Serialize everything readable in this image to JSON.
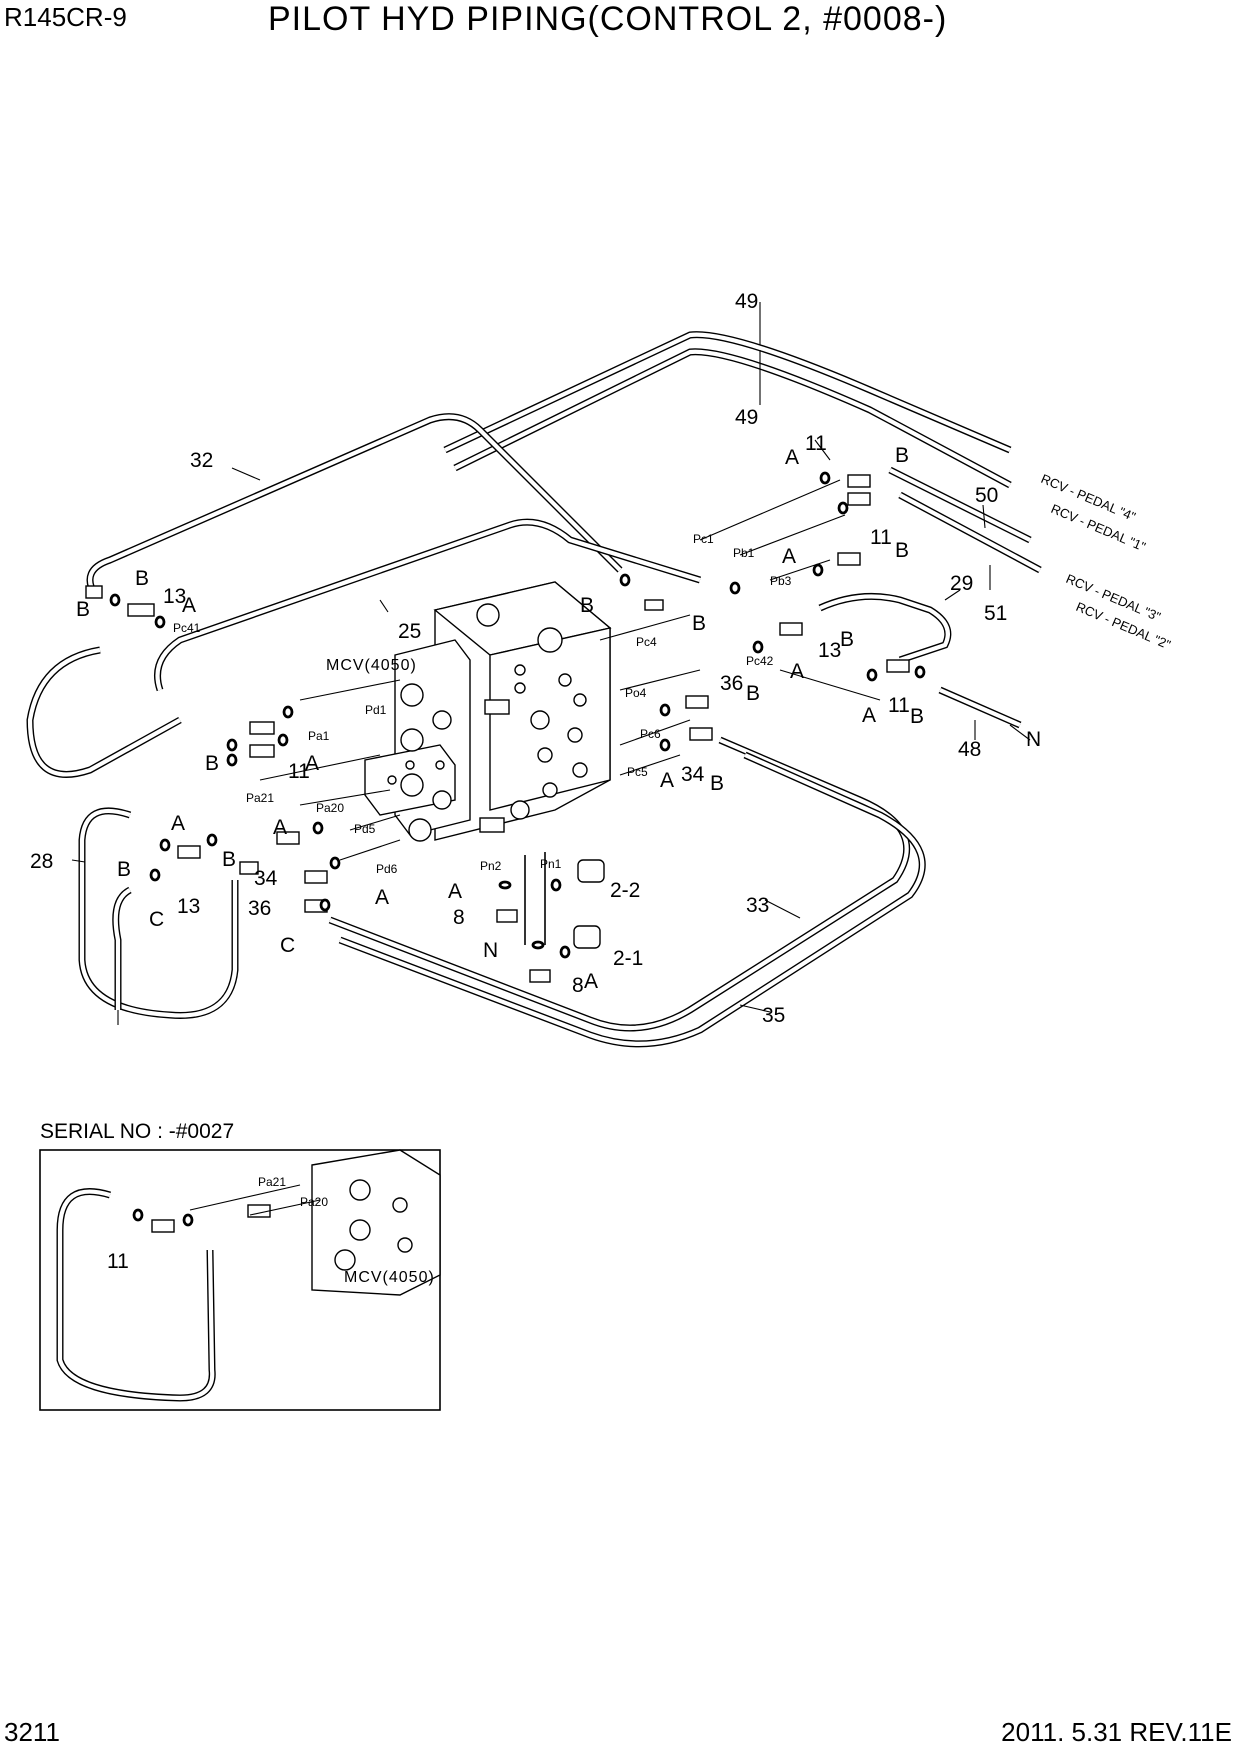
{
  "header": {
    "model": "R145CR-9",
    "title": "PILOT HYD PIPING(CONTROL 2, #0008-)"
  },
  "footer": {
    "page_number": "3211",
    "revision": "2011. 5.31  REV.11E"
  },
  "inset": {
    "serial_label": "SERIAL NO : -#0027",
    "mcv_label": "MCV(4050)",
    "part_label": "11",
    "port_labels": [
      "Pa21",
      "Pa20"
    ]
  },
  "main": {
    "mcv_label": "MCV(4050)",
    "rcv_labels": [
      "RCV - PEDAL \"4\"",
      "RCV - PEDAL \"1\"",
      "RCV - PEDAL \"3\"",
      "RCV - PEDAL \"2\""
    ],
    "part_labels": {
      "p49a": "49",
      "p49b": "49",
      "p32": "32",
      "p11a": "11",
      "p50": "50",
      "p11b": "11",
      "p29": "29",
      "p51": "51",
      "p13a": "13",
      "p25": "25",
      "p13b": "13",
      "p36a": "36",
      "p11c": "11",
      "p48": "48",
      "p11d": "11",
      "p34a": "34",
      "p28": "28",
      "p13c": "13",
      "p34b": "34",
      "p36b": "36",
      "p2_2": "2-2",
      "p8a": "8",
      "p33": "33",
      "p2_1": "2-1",
      "p8b": "8",
      "p35": "35"
    },
    "letter_labels": {
      "a1": "A",
      "b1": "B",
      "b2": "B",
      "a2": "A",
      "b3": "B",
      "b4": "B",
      "b5": "B",
      "a3": "A",
      "a4": "A",
      "b6": "B",
      "a5": "A",
      "b7": "B",
      "a6": "A",
      "b8": "B",
      "b9": "B",
      "a7": "A",
      "a8": "A",
      "b10": "B",
      "b11": "B",
      "a9": "A",
      "b12": "B",
      "c1": "C",
      "c2": "C",
      "a10": "A",
      "a11": "A",
      "n1": "N",
      "n2": "N",
      "a12": "A",
      "b13": "B"
    },
    "port_labels": {
      "pc1": "Pc1",
      "pb1": "Pb1",
      "pb3": "Pb3",
      "pc41": "Pc41",
      "pc4": "Pc4",
      "pc42": "Pc42",
      "pd1": "Pd1",
      "pa1": "Pa1",
      "po4": "Po4",
      "pc6": "Pc6",
      "pc5": "Pc5",
      "pa21": "Pa21",
      "pa20": "Pa20",
      "pd5": "Pd5",
      "pd6": "Pd6",
      "pn2": "Pn2",
      "pn1": "Pn1"
    }
  }
}
